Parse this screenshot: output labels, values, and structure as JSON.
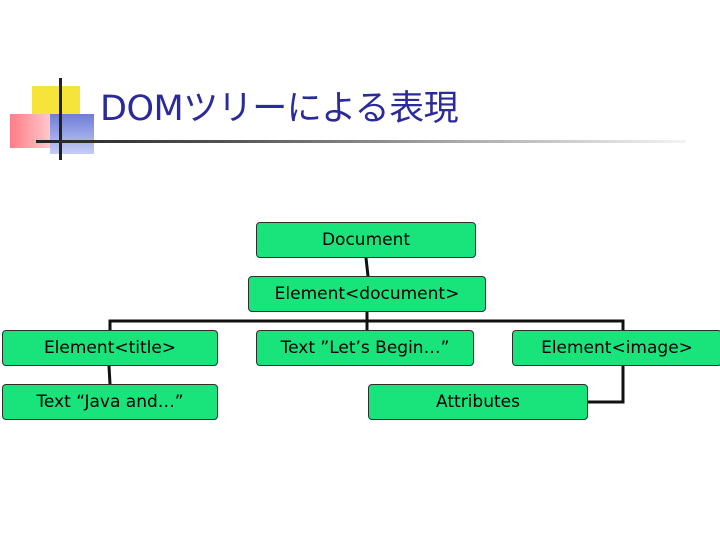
{
  "slide": {
    "title": "DOMツリーによる表現"
  },
  "tree": {
    "document": "Document",
    "root_element": "Element<document>",
    "title_element": "Element<title>",
    "title_text": "Text “Java and…”",
    "body_text": "Text ”Let’s Begin…”",
    "image_element": "Element<image>",
    "attributes": "Attributes"
  },
  "colors": {
    "node_fill": "#19e37b",
    "title_text": "#2a2a9a",
    "connector": "#111111"
  }
}
